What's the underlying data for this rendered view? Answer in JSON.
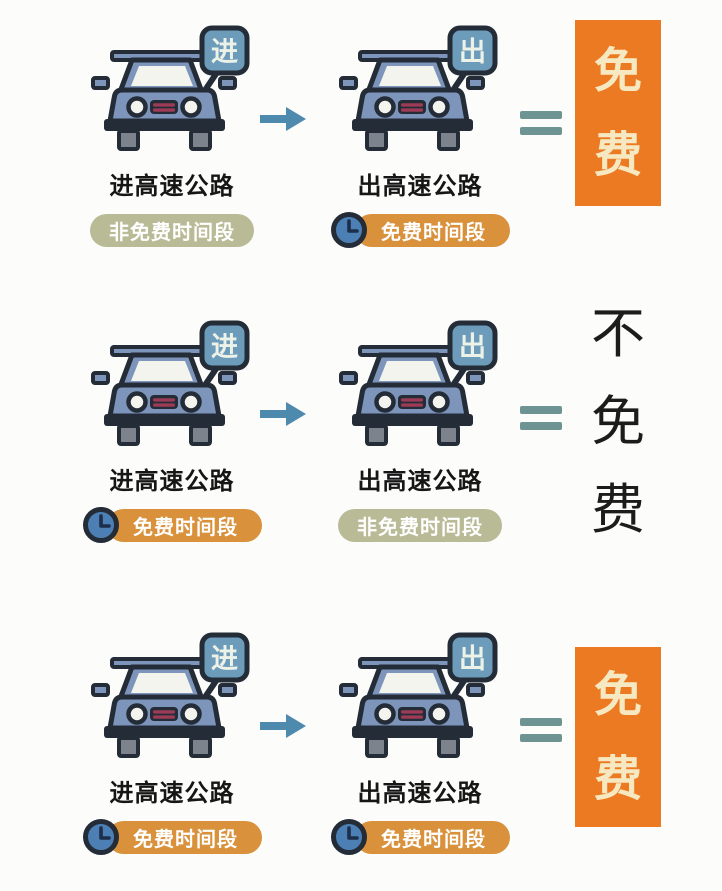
{
  "colors": {
    "background": "#fcfcfa",
    "outline": "#242c38",
    "car_body": "#7e95bb",
    "sign_plate": "#6d9cbb",
    "window": "#f3f4ee",
    "grille_stripe": "#9c3b55",
    "wheel": "#7d838c",
    "arrow": "#4e89ae",
    "equals": "#6e9393",
    "badge_free": "#d9913c",
    "badge_nonfree": "#b9bb97",
    "badge_text": "#ffffff",
    "clock_face": "#4c80b4",
    "clock_hand": "#1c2e4a",
    "result_box": "#ec7a23",
    "result_box_text": "#f6e9c2",
    "result_plain_text": "#1c1c1c",
    "label_text": "#161616",
    "sign_text": "#edf2e9"
  },
  "rows": [
    {
      "left": {
        "sign": "进",
        "label": "进高速公路",
        "badge": {
          "text": "非免费时间段",
          "variant": "nonfree",
          "has_clock": false
        }
      },
      "right": {
        "sign": "出",
        "label": "出高速公路",
        "badge": {
          "text": "免费时间段",
          "variant": "free",
          "has_clock": true
        }
      },
      "result": {
        "text": "免费",
        "variant": "box"
      }
    },
    {
      "left": {
        "sign": "进",
        "label": "进高速公路",
        "badge": {
          "text": "免费时间段",
          "variant": "free",
          "has_clock": true
        }
      },
      "right": {
        "sign": "出",
        "label": "出高速公路",
        "badge": {
          "text": "非免费时间段",
          "variant": "nonfree",
          "has_clock": false
        }
      },
      "result": {
        "text": "不免费",
        "variant": "plain"
      }
    },
    {
      "left": {
        "sign": "进",
        "label": "进高速公路",
        "badge": {
          "text": "免费时间段",
          "variant": "free",
          "has_clock": true
        }
      },
      "right": {
        "sign": "出",
        "label": "出高速公路",
        "badge": {
          "text": "免费时间段",
          "variant": "free",
          "has_clock": true
        }
      },
      "result": {
        "text": "免费",
        "variant": "box"
      }
    }
  ],
  "icons": {
    "arrow": "right-arrow",
    "equals": "equals-sign",
    "clock": "clock",
    "car": "car-front-view"
  }
}
